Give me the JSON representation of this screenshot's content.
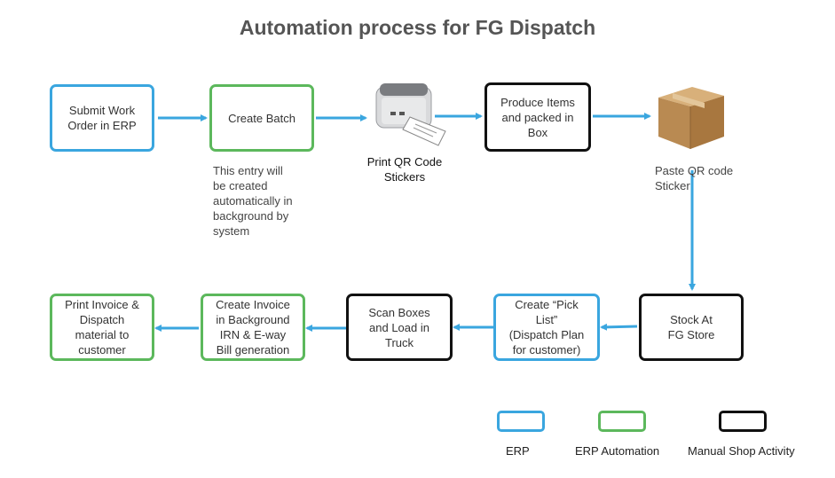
{
  "title": "Automation process for FG Dispatch",
  "nodes": {
    "submit_work_order": "Submit Work\nOrder in ERP",
    "create_batch": "Create Batch",
    "produce_items": "Produce Items\nand packed in\nBox",
    "stock_at_store": "Stock At\nFG Store",
    "create_pick_list": "Create “Pick\nList”\n(Dispatch Plan\nfor customer)",
    "scan_boxes": "Scan Boxes\nand Load in\nTruck",
    "create_invoice": "Create Invoice\nin Background\nIRN & E-way\nBill generation",
    "print_invoice": "Print Invoice &\nDispatch\nmaterial to\ncustomer"
  },
  "annotations": {
    "batch_note": "This entry will\nbe created\nautomatically in\nbackground by\nsystem",
    "printer_label": "Print QR Code\nStickers",
    "box_label": "Paste QR code\nSticker"
  },
  "legend": {
    "erp": "ERP",
    "automation": "ERP Automation",
    "manual": "Manual Shop Activity"
  },
  "colors": {
    "erp": "#3aa6df",
    "automation": "#5cb85c",
    "manual": "#111111",
    "arrow": "#3aa6df"
  },
  "icons": {
    "printer": "label-printer-icon",
    "box": "cardboard-box-icon"
  }
}
